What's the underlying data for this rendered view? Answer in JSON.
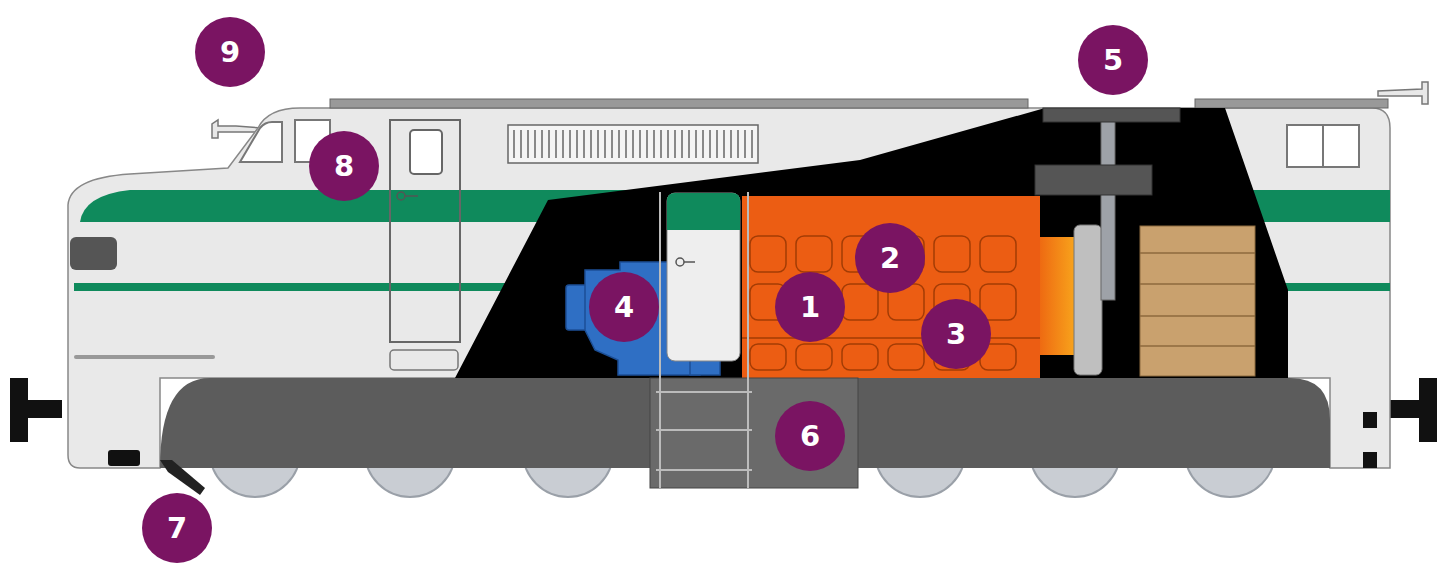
{
  "diagram": {
    "nodes": [
      {
        "text": [
          "9"
        ]
      },
      {
        "text": [
          "5"
        ]
      },
      {
        "text": [
          "8"
        ]
      },
      {
        "text": [
          "2"
        ]
      },
      {
        "text": [
          "4"
        ]
      },
      {
        "text": [
          "1"
        ]
      },
      {
        "text": [
          "3"
        ]
      },
      {
        "text": [
          "6"
        ]
      },
      {
        "text": [
          "7"
        ]
      }
    ]
  }
}
